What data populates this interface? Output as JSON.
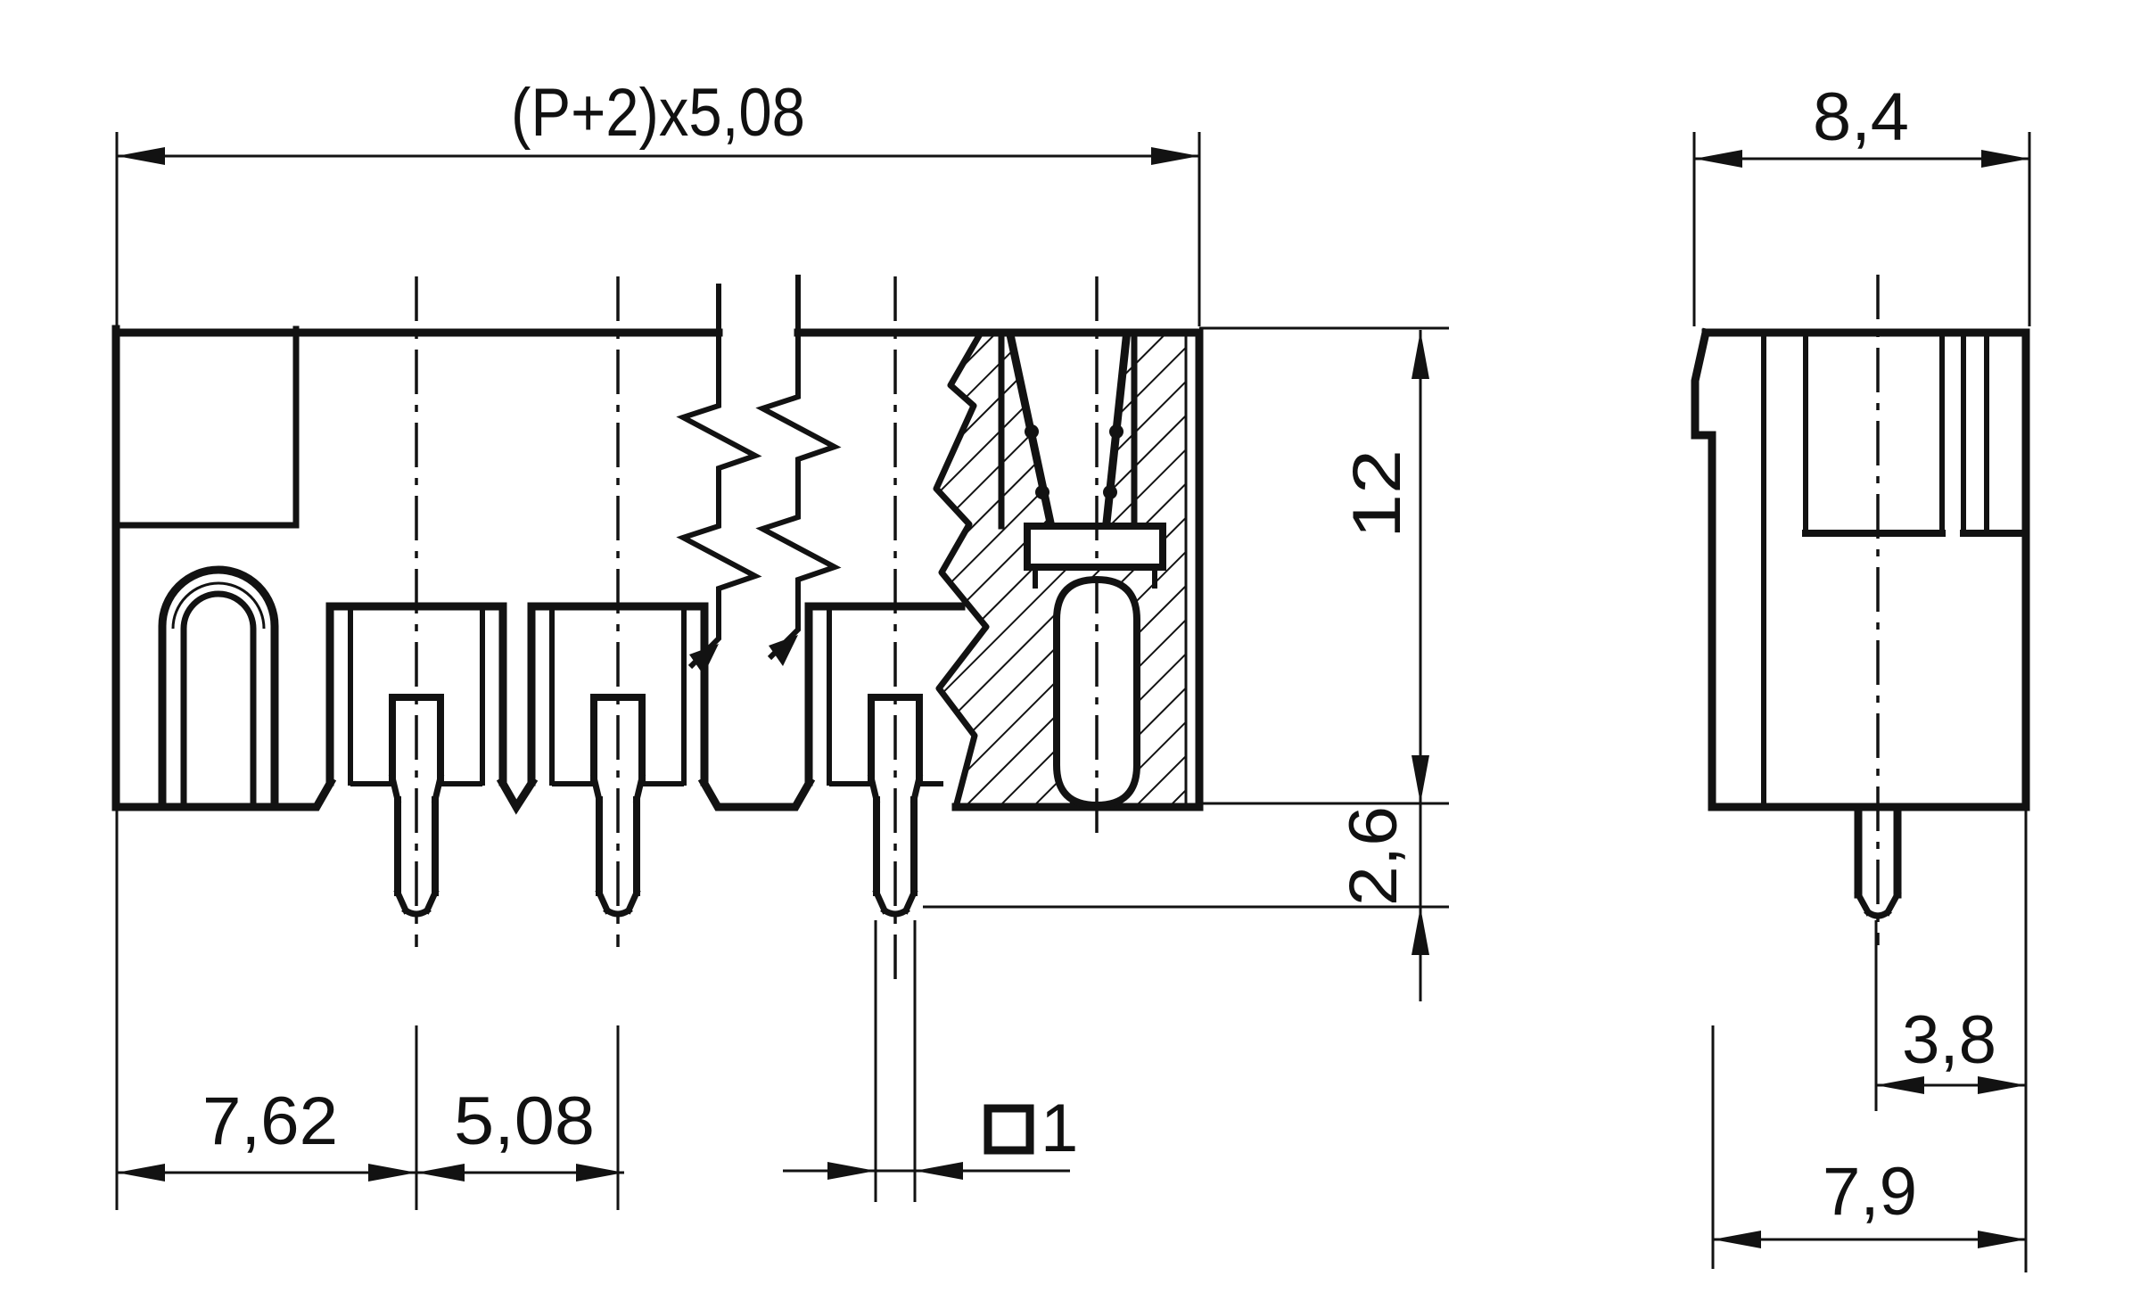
{
  "drawing": {
    "type": "technical-dimension-drawing",
    "background_color": "#ffffff",
    "line_color": "#121212",
    "views": {
      "front_view": "connector front view with break lines and sectioned contact cavity",
      "side_view": "connector side profile view"
    },
    "dimensions": {
      "overall_width": "(P+2)x5,08",
      "side_width": "8,4",
      "body_height": "12",
      "pin_protrusion": "2,6",
      "edge_to_first_pin": "7,62",
      "pin_pitch": "5,08",
      "pin_square_symbol": "□",
      "pin_square_value": "1",
      "pin_to_face": "3,8",
      "base_depth": "7,9"
    }
  }
}
